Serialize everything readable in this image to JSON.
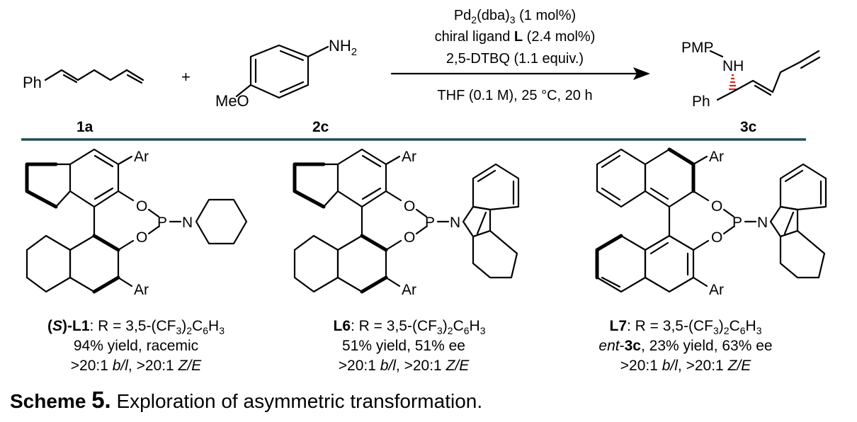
{
  "reaction": {
    "reactant1": {
      "prefix": "Ph",
      "label": "1a"
    },
    "plus": "+",
    "reactant2": {
      "substituent_top": "NH",
      "substituent_top_sub": "2",
      "substituent_bottom": "MeO",
      "label": "2c"
    },
    "conditions_above": [
      {
        "parts": [
          "Pd",
          "2",
          "(dba)",
          "3",
          " (1 mol%)"
        ]
      },
      {
        "pre": "chiral ligand ",
        "bold": "L",
        "post": " (2.4 mol%)"
      },
      {
        "text": "2,5-DTBQ (1.1 equiv.)"
      }
    ],
    "conditions_below": "THF (0.1 M), 25 °C, 20 h",
    "product": {
      "pmp": "PMP",
      "nh": "NH",
      "ph": "Ph",
      "label": "3c"
    }
  },
  "ligands": [
    {
      "id": "L1",
      "atoms": {
        "ar_top": "Ar",
        "ar_bottom": "Ar",
        "o1": "O",
        "o2": "O",
        "p": "P",
        "n": "N"
      },
      "line1": {
        "paren_open": "(",
        "S": "S",
        "paren_close": ")",
        "name": "-L1",
        "colon": ": R = 3,5-(CF",
        "s1": "3",
        "mid": ")",
        "s2": "2",
        "c": "C",
        "s3": "6",
        "h": "H",
        "s4": "3"
      },
      "line2": "94% yield, racemic",
      "line3": {
        "a": ">20:1 ",
        "b": "b/l",
        "c": ", >20:1 ",
        "d": "Z/E"
      }
    },
    {
      "id": "L6",
      "atoms": {
        "ar_top": "Ar",
        "ar_bottom": "Ar",
        "o1": "O",
        "o2": "O",
        "p": "P",
        "n": "N"
      },
      "line1": {
        "name": "L6",
        "colon": ": R = 3,5-(CF",
        "s1": "3",
        "mid": ")",
        "s2": "2",
        "c": "C",
        "s3": "6",
        "h": "H",
        "s4": "3"
      },
      "line2": "51% yield, 51% ee",
      "line3": {
        "a": ">20:1 ",
        "b": "b/l",
        "c": ", >20:1 ",
        "d": "Z/E"
      }
    },
    {
      "id": "L7",
      "atoms": {
        "ar_top": "Ar",
        "ar_bottom": "Ar",
        "o1": "O",
        "o2": "O",
        "p": "P",
        "n": "N"
      },
      "line1": {
        "name": "L7",
        "colon": ": R = 3,5-(CF",
        "s1": "3",
        "mid": ")",
        "s2": "2",
        "c": "C",
        "s3": "6",
        "h": "H",
        "s4": "3"
      },
      "line2": {
        "ent": "ent",
        "dash": "-",
        "bold": "3c",
        "rest": ", 23% yield, 63% ee"
      },
      "line3": {
        "a": ">20:1 ",
        "b": "b/l",
        "c": ", >20:1 ",
        "d": "Z/E"
      }
    }
  ],
  "caption": {
    "word": "Scheme",
    "number": "5.",
    "text": " Exploration of asymmetric transformation."
  },
  "colors": {
    "divider": "#1f4e56",
    "stereo_hash": "#e0201c"
  }
}
